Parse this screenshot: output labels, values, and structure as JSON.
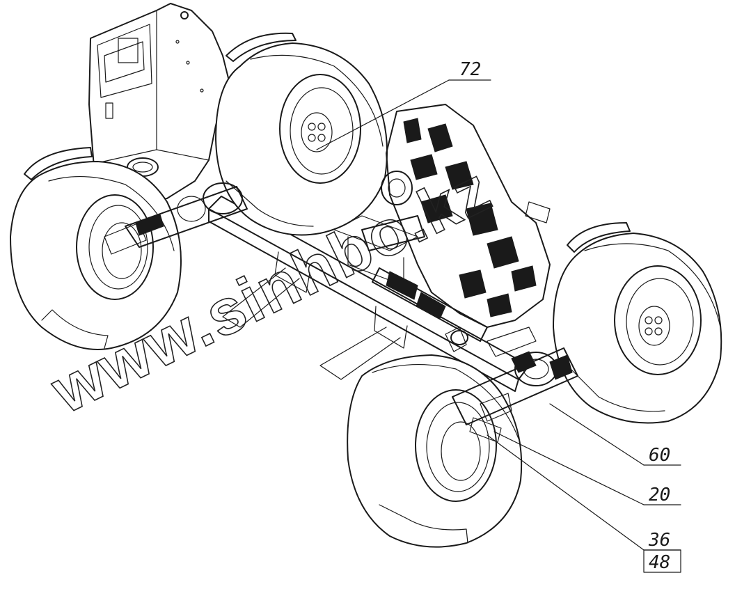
{
  "callouts": [
    {
      "id": "72",
      "label": "72"
    },
    {
      "id": "60",
      "label": "60"
    },
    {
      "id": "20",
      "label": "20"
    },
    {
      "id": "36",
      "label": "36"
    },
    {
      "id": "48",
      "label": "48"
    }
  ],
  "watermark": "www.sinhbo.kz",
  "colors": {
    "ink": "#1a1a1a",
    "background": "#ffffff"
  }
}
